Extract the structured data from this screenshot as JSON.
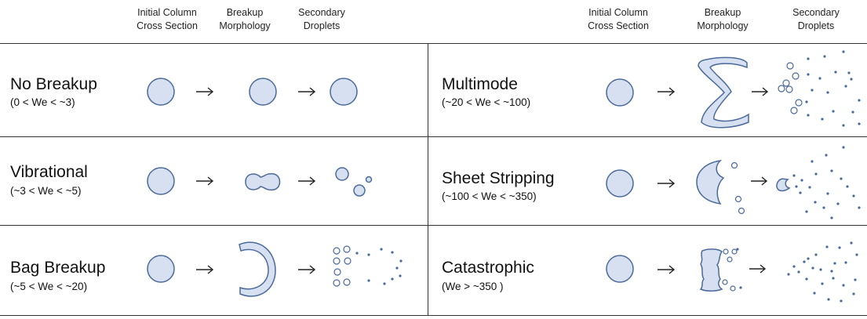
{
  "headers": {
    "left": [
      "Initial Column\nCross Section",
      "Breakup\nMorphology",
      "Secondary\nDroplets"
    ],
    "right": [
      "Initial Column\nCross Section",
      "Breakup\nMorphology",
      "Secondary\nDroplets"
    ]
  },
  "regimes": [
    {
      "name": "No Breakup",
      "range": "(0 < We < ~3)"
    },
    {
      "name": "Vibrational",
      "range": "(~3 < We < ~5)"
    },
    {
      "name": "Bag Breakup",
      "range": "(~5 < We < ~20)"
    },
    {
      "name": "Multimode",
      "range": "(~20 < We < ~100)"
    },
    {
      "name": "Sheet Stripping",
      "range": "(~100 < We < ~350)"
    },
    {
      "name": "Catastrophic",
      "range": "(We > ~350 )"
    }
  ],
  "arrow_glyph": "→",
  "colors": {
    "fill": "#d6e0f0",
    "stroke": "#4a6a9c",
    "line": "#333333"
  }
}
